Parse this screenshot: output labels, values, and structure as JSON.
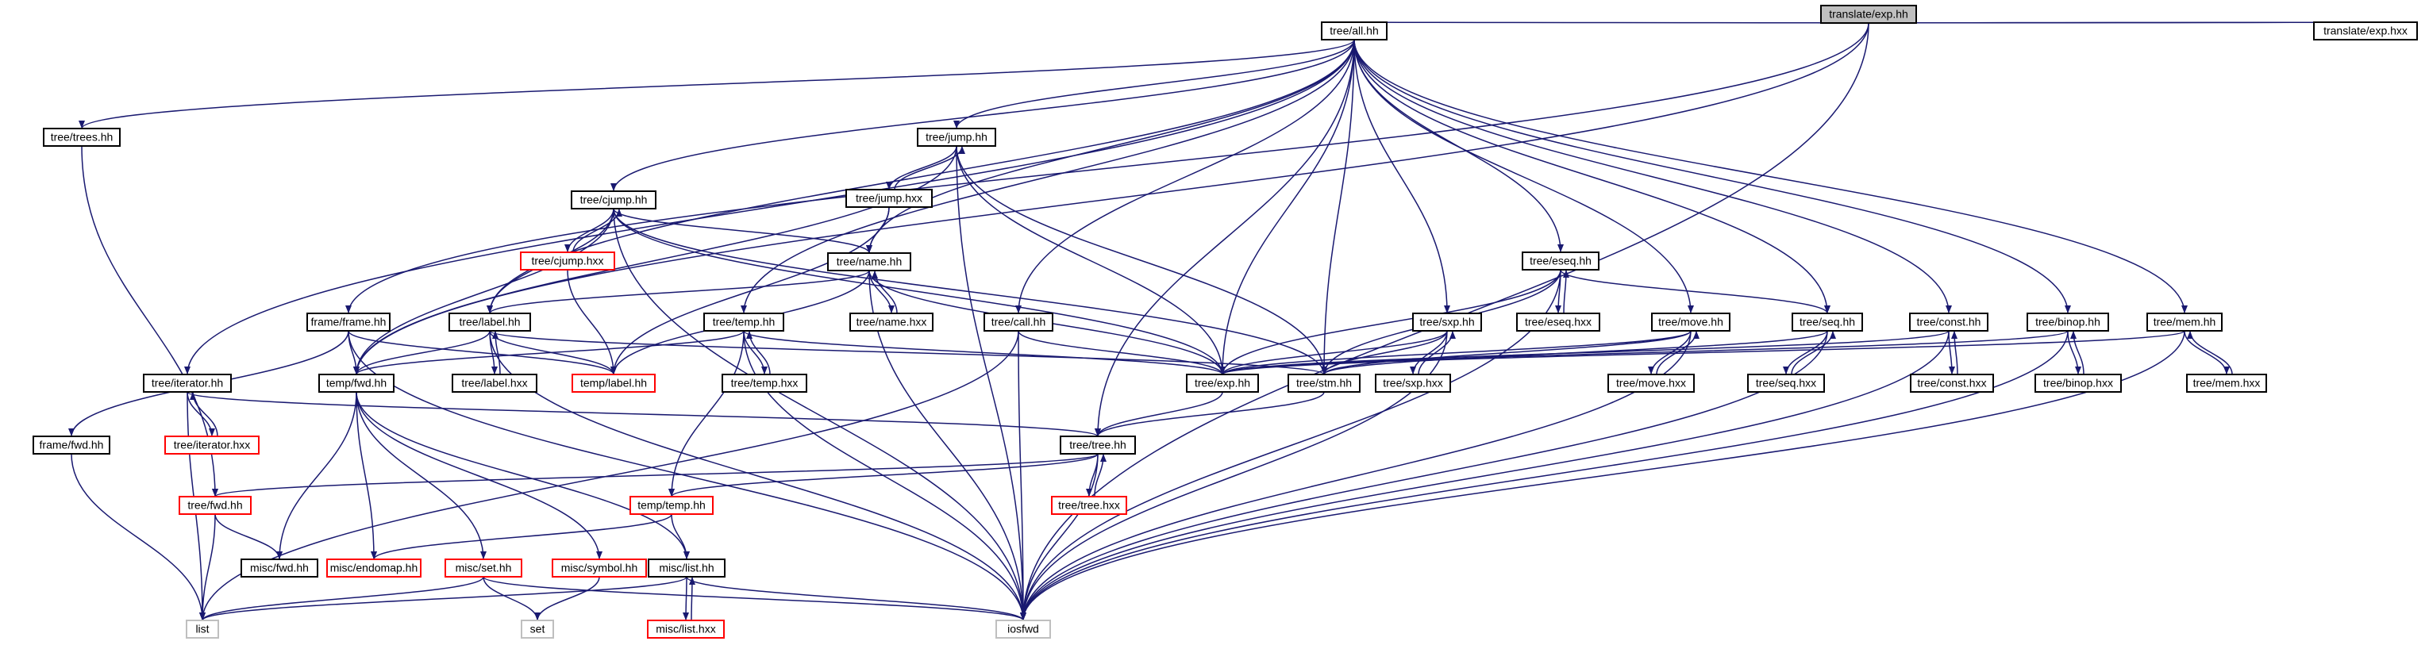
{
  "graph": {
    "colors": {
      "edge": "#191970",
      "node_border": "#000000",
      "missing_border": "#ff0000",
      "external_border": "#bfbfbf",
      "root_fill": "#bfbfbf",
      "node_fill": "#ffffff"
    },
    "nodes": [
      {
        "id": "exp_hh",
        "label": "translate/exp.hh",
        "kind": "root"
      },
      {
        "id": "all_hh",
        "label": "tree/all.hh",
        "kind": "normal"
      },
      {
        "id": "exp_hxx",
        "label": "translate/exp.hxx",
        "kind": "normal"
      },
      {
        "id": "trees_hh",
        "label": "tree/trees.hh",
        "kind": "normal"
      },
      {
        "id": "jump_hh",
        "label": "tree/jump.hh",
        "kind": "normal"
      },
      {
        "id": "jump_hxx",
        "label": "tree/jump.hxx",
        "kind": "normal"
      },
      {
        "id": "cjump_hh",
        "label": "tree/cjump.hh",
        "kind": "normal"
      },
      {
        "id": "cjump_hxx",
        "label": "tree/cjump.hxx",
        "kind": "missing"
      },
      {
        "id": "name_hh",
        "label": "tree/name.hh",
        "kind": "normal"
      },
      {
        "id": "name_hxx",
        "label": "tree/name.hxx",
        "kind": "normal"
      },
      {
        "id": "eseq_hh",
        "label": "tree/eseq.hh",
        "kind": "normal"
      },
      {
        "id": "eseq_hxx",
        "label": "tree/eseq.hxx",
        "kind": "normal"
      },
      {
        "id": "frame_hh",
        "label": "frame/frame.hh",
        "kind": "normal"
      },
      {
        "id": "label_hh",
        "label": "tree/label.hh",
        "kind": "normal"
      },
      {
        "id": "label_hxx",
        "label": "tree/label.hxx",
        "kind": "normal"
      },
      {
        "id": "temp_label_hh",
        "label": "temp/label.hh",
        "kind": "missing"
      },
      {
        "id": "tree_temp_hh",
        "label": "tree/temp.hh",
        "kind": "normal"
      },
      {
        "id": "tree_temp_hxx",
        "label": "tree/temp.hxx",
        "kind": "normal"
      },
      {
        "id": "call_hh",
        "label": "tree/call.hh",
        "kind": "normal"
      },
      {
        "id": "sxp_hh",
        "label": "tree/sxp.hh",
        "kind": "normal"
      },
      {
        "id": "sxp_hxx",
        "label": "tree/sxp.hxx",
        "kind": "normal"
      },
      {
        "id": "move_hh",
        "label": "tree/move.hh",
        "kind": "normal"
      },
      {
        "id": "move_hxx",
        "label": "tree/move.hxx",
        "kind": "normal"
      },
      {
        "id": "seq_hh",
        "label": "tree/seq.hh",
        "kind": "normal"
      },
      {
        "id": "seq_hxx",
        "label": "tree/seq.hxx",
        "kind": "normal"
      },
      {
        "id": "const_hh",
        "label": "tree/const.hh",
        "kind": "normal"
      },
      {
        "id": "const_hxx",
        "label": "tree/const.hxx",
        "kind": "normal"
      },
      {
        "id": "binop_hh",
        "label": "tree/binop.hh",
        "kind": "normal"
      },
      {
        "id": "binop_hxx",
        "label": "tree/binop.hxx",
        "kind": "normal"
      },
      {
        "id": "mem_hh",
        "label": "tree/mem.hh",
        "kind": "normal"
      },
      {
        "id": "mem_hxx",
        "label": "tree/mem.hxx",
        "kind": "normal"
      },
      {
        "id": "iterator_hh",
        "label": "tree/iterator.hh",
        "kind": "normal"
      },
      {
        "id": "iterator_hxx",
        "label": "tree/iterator.hxx",
        "kind": "missing"
      },
      {
        "id": "temp_fwd_hh",
        "label": "temp/fwd.hh",
        "kind": "normal"
      },
      {
        "id": "tree_exp_hh",
        "label": "tree/exp.hh",
        "kind": "normal"
      },
      {
        "id": "stm_hh",
        "label": "tree/stm.hh",
        "kind": "normal"
      },
      {
        "id": "frame_fwd_hh",
        "label": "frame/fwd.hh",
        "kind": "normal"
      },
      {
        "id": "tree_hh",
        "label": "tree/tree.hh",
        "kind": "normal"
      },
      {
        "id": "tree_hxx",
        "label": "tree/tree.hxx",
        "kind": "missing"
      },
      {
        "id": "tree_fwd_hh",
        "label": "tree/fwd.hh",
        "kind": "missing"
      },
      {
        "id": "temp_temp_hh",
        "label": "temp/temp.hh",
        "kind": "missing"
      },
      {
        "id": "misc_fwd_hh",
        "label": "misc/fwd.hh",
        "kind": "normal"
      },
      {
        "id": "endomap_hh",
        "label": "misc/endomap.hh",
        "kind": "missing"
      },
      {
        "id": "set_hh",
        "label": "misc/set.hh",
        "kind": "missing"
      },
      {
        "id": "symbol_hh",
        "label": "misc/symbol.hh",
        "kind": "missing"
      },
      {
        "id": "list_hh",
        "label": "misc/list.hh",
        "kind": "normal"
      },
      {
        "id": "list_hxx",
        "label": "misc/list.hxx",
        "kind": "missing"
      },
      {
        "id": "list",
        "label": "list",
        "kind": "external"
      },
      {
        "id": "set",
        "label": "set",
        "kind": "external"
      },
      {
        "id": "iosfwd",
        "label": "iosfwd",
        "kind": "external"
      }
    ],
    "edges": [
      [
        "exp_hh",
        "all_hh"
      ],
      [
        "exp_hh",
        "exp_hxx"
      ],
      [
        "exp_hxx",
        "exp_hh"
      ],
      [
        "exp_hh",
        "frame_hh"
      ],
      [
        "exp_hh",
        "temp_fwd_hh"
      ],
      [
        "exp_hh",
        "iosfwd"
      ],
      [
        "all_hh",
        "trees_hh"
      ],
      [
        "all_hh",
        "jump_hh"
      ],
      [
        "all_hh",
        "cjump_hh"
      ],
      [
        "all_hh",
        "name_hh"
      ],
      [
        "all_hh",
        "eseq_hh"
      ],
      [
        "all_hh",
        "label_hh"
      ],
      [
        "all_hh",
        "tree_temp_hh"
      ],
      [
        "all_hh",
        "call_hh"
      ],
      [
        "all_hh",
        "sxp_hh"
      ],
      [
        "all_hh",
        "move_hh"
      ],
      [
        "all_hh",
        "seq_hh"
      ],
      [
        "all_hh",
        "const_hh"
      ],
      [
        "all_hh",
        "binop_hh"
      ],
      [
        "all_hh",
        "mem_hh"
      ],
      [
        "all_hh",
        "iterator_hh"
      ],
      [
        "all_hh",
        "tree_exp_hh"
      ],
      [
        "all_hh",
        "stm_hh"
      ],
      [
        "all_hh",
        "tree_hh"
      ],
      [
        "trees_hh",
        "tree_fwd_hh"
      ],
      [
        "jump_hh",
        "jump_hxx"
      ],
      [
        "jump_hxx",
        "jump_hh"
      ],
      [
        "jump_hh",
        "temp_fwd_hh"
      ],
      [
        "jump_hh",
        "tree_exp_hh"
      ],
      [
        "jump_hh",
        "stm_hh"
      ],
      [
        "jump_hh",
        "iosfwd"
      ],
      [
        "jump_hxx",
        "name_hh"
      ],
      [
        "jump_hxx",
        "temp_label_hh"
      ],
      [
        "cjump_hh",
        "cjump_hxx"
      ],
      [
        "cjump_hxx",
        "cjump_hh"
      ],
      [
        "cjump_hh",
        "name_hh"
      ],
      [
        "cjump_hh",
        "label_hh"
      ],
      [
        "cjump_hh",
        "temp_fwd_hh"
      ],
      [
        "cjump_hh",
        "tree_exp_hh"
      ],
      [
        "cjump_hh",
        "stm_hh"
      ],
      [
        "cjump_hh",
        "iosfwd"
      ],
      [
        "cjump_hxx",
        "temp_label_hh"
      ],
      [
        "name_hh",
        "name_hxx"
      ],
      [
        "name_hxx",
        "name_hh"
      ],
      [
        "name_hh",
        "label_hh"
      ],
      [
        "name_hh",
        "temp_label_hh"
      ],
      [
        "name_hh",
        "tree_exp_hh"
      ],
      [
        "name_hh",
        "iosfwd"
      ],
      [
        "eseq_hh",
        "eseq_hxx"
      ],
      [
        "eseq_hxx",
        "eseq_hh"
      ],
      [
        "eseq_hh",
        "tree_exp_hh"
      ],
      [
        "eseq_hh",
        "stm_hh"
      ],
      [
        "eseq_hh",
        "seq_hh"
      ],
      [
        "eseq_hh",
        "iosfwd"
      ],
      [
        "frame_hh",
        "frame_fwd_hh"
      ],
      [
        "frame_hh",
        "temp_fwd_hh"
      ],
      [
        "frame_hh",
        "temp_label_hh"
      ],
      [
        "frame_hh",
        "iosfwd"
      ],
      [
        "label_hh",
        "label_hxx"
      ],
      [
        "label_hxx",
        "label_hh"
      ],
      [
        "label_hh",
        "temp_label_hh"
      ],
      [
        "label_hh",
        "temp_fwd_hh"
      ],
      [
        "label_hh",
        "stm_hh"
      ],
      [
        "label_hh",
        "iosfwd"
      ],
      [
        "tree_temp_hh",
        "tree_temp_hxx"
      ],
      [
        "tree_temp_hxx",
        "tree_temp_hh"
      ],
      [
        "tree_temp_hh",
        "temp_temp_hh"
      ],
      [
        "tree_temp_hh",
        "temp_fwd_hh"
      ],
      [
        "tree_temp_hh",
        "tree_exp_hh"
      ],
      [
        "tree_temp_hh",
        "iosfwd"
      ],
      [
        "call_hh",
        "tree_exp_hh"
      ],
      [
        "call_hh",
        "list"
      ],
      [
        "call_hh",
        "iosfwd"
      ],
      [
        "sxp_hh",
        "sxp_hxx"
      ],
      [
        "sxp_hxx",
        "sxp_hh"
      ],
      [
        "sxp_hh",
        "tree_exp_hh"
      ],
      [
        "sxp_hh",
        "stm_hh"
      ],
      [
        "sxp_hh",
        "iosfwd"
      ],
      [
        "move_hh",
        "move_hxx"
      ],
      [
        "move_hxx",
        "move_hh"
      ],
      [
        "move_hh",
        "tree_exp_hh"
      ],
      [
        "move_hh",
        "stm_hh"
      ],
      [
        "move_hh",
        "iosfwd"
      ],
      [
        "seq_hh",
        "seq_hxx"
      ],
      [
        "seq_hxx",
        "seq_hh"
      ],
      [
        "seq_hh",
        "stm_hh"
      ],
      [
        "seq_hh",
        "iosfwd"
      ],
      [
        "const_hh",
        "const_hxx"
      ],
      [
        "const_hxx",
        "const_hh"
      ],
      [
        "const_hh",
        "tree_exp_hh"
      ],
      [
        "const_hh",
        "iosfwd"
      ],
      [
        "binop_hh",
        "binop_hxx"
      ],
      [
        "binop_hxx",
        "binop_hh"
      ],
      [
        "binop_hh",
        "tree_exp_hh"
      ],
      [
        "binop_hh",
        "iosfwd"
      ],
      [
        "mem_hh",
        "mem_hxx"
      ],
      [
        "mem_hxx",
        "mem_hh"
      ],
      [
        "mem_hh",
        "tree_exp_hh"
      ],
      [
        "mem_hh",
        "iosfwd"
      ],
      [
        "iterator_hh",
        "iterator_hxx"
      ],
      [
        "iterator_hxx",
        "iterator_hh"
      ],
      [
        "iterator_hh",
        "tree_hh"
      ],
      [
        "iterator_hh",
        "list"
      ],
      [
        "temp_fwd_hh",
        "misc_fwd_hh"
      ],
      [
        "temp_fwd_hh",
        "endomap_hh"
      ],
      [
        "temp_fwd_hh",
        "set_hh"
      ],
      [
        "temp_fwd_hh",
        "symbol_hh"
      ],
      [
        "temp_fwd_hh",
        "list_hh"
      ],
      [
        "tree_exp_hh",
        "tree_hh"
      ],
      [
        "stm_hh",
        "tree_hh"
      ],
      [
        "frame_fwd_hh",
        "list"
      ],
      [
        "tree_hh",
        "tree_hxx"
      ],
      [
        "tree_hxx",
        "tree_hh"
      ],
      [
        "tree_hh",
        "tree_fwd_hh"
      ],
      [
        "tree_hh",
        "temp_temp_hh"
      ],
      [
        "tree_hh",
        "iosfwd"
      ],
      [
        "tree_fwd_hh",
        "misc_fwd_hh"
      ],
      [
        "tree_fwd_hh",
        "list"
      ],
      [
        "temp_temp_hh",
        "endomap_hh"
      ],
      [
        "temp_temp_hh",
        "list_hh"
      ],
      [
        "set_hh",
        "set"
      ],
      [
        "set_hh",
        "list"
      ],
      [
        "set_hh",
        "iosfwd"
      ],
      [
        "symbol_hh",
        "set"
      ],
      [
        "list_hh",
        "list_hxx"
      ],
      [
        "list_hxx",
        "list_hh"
      ],
      [
        "list_hh",
        "list"
      ],
      [
        "list_hh",
        "iosfwd"
      ]
    ]
  }
}
